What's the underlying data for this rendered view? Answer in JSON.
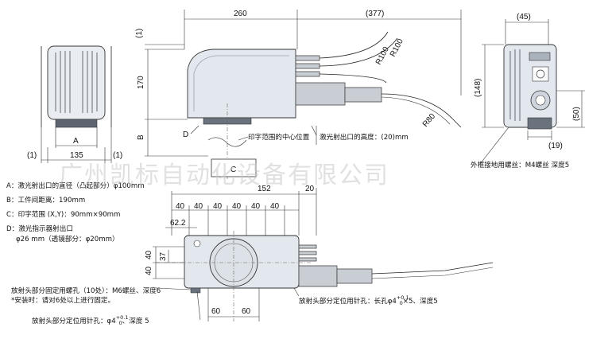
{
  "dimensions": {
    "top_width": "260",
    "top_cable": "(377)",
    "side_gap": "(1)",
    "height_170": "170",
    "height_b": "B",
    "bend_radius_1": "R100",
    "bend_radius_2": "R100",
    "bend_radius_3": "R80",
    "front_width": "135",
    "front_left_gap": "(1)",
    "front_right_gap": "(1)",
    "front_a": "A",
    "rear_width": "(45)",
    "rear_height": "(148)",
    "rear_50": "(50)",
    "rear_19": "(19)",
    "plan_152": "152",
    "plan_20": "20",
    "plan_40a": "40",
    "plan_40b": "40",
    "plan_40c": "40",
    "plan_40d": "40",
    "plan_40e": "40",
    "plan_40f": "40",
    "plan_62": "62.2",
    "plan_37": "37",
    "plan_v40a": "40",
    "plan_v40b": "40",
    "plan_60a": "60",
    "plan_60b": "60",
    "label_c": "C",
    "label_d": "D"
  },
  "notes": {
    "print_center": "印字范围的中心位置",
    "laser_height": "激光射出口的高度：(20)mm",
    "ground_screw": "外框接地用螺丝：M4螺丝 深度5",
    "legend_a": "A：激光射出口的直径（凸起部分）φ100mm",
    "legend_b": "B：工件间距离：190mm",
    "legend_c": "C：印字范围 (X,Y)：90mm×90mm",
    "legend_d1": "D：激光指示器射出口",
    "legend_d2": "φ26 mm（透镜部分：φ20mm）",
    "fix_screw_1": "放射头部分固定用螺孔（10处）：M6螺丝、深度6",
    "fix_screw_2": "*安装时：请对6处以上进行固定。",
    "pin_hole_long": "放射头部分定位用针孔：长孔φ4",
    "pin_hole_long_tail": "×5、深度5",
    "pin_hole": "放射头部分定位用针孔：φ4",
    "pin_hole_tail": "、深度 5",
    "tol_plus": "+0.1",
    "tol_zero": "0"
  },
  "watermark": "广州凯标自动化设备有限公司"
}
